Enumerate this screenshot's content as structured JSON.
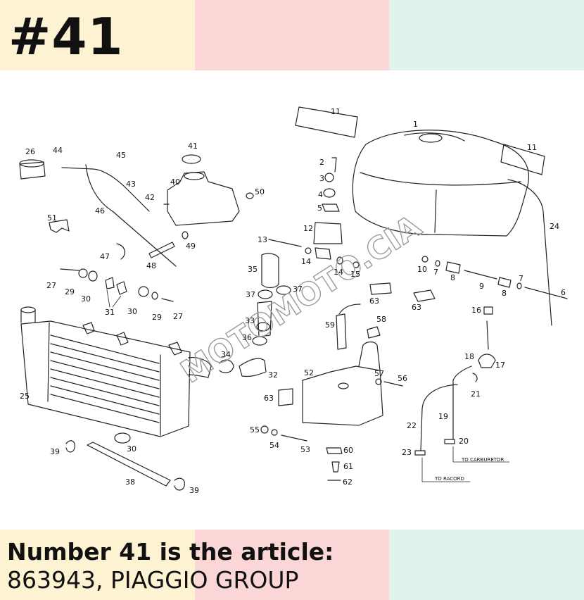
{
  "header": {
    "ref_number": "#41"
  },
  "footer": {
    "heading": "Number 41 is the article:",
    "code": "863943, PIAGGIO GROUP"
  },
  "diagram": {
    "watermark": "MOTOMOTO.CIA",
    "notes": {
      "to_carburetor": "TO CARBURETOR",
      "to_racord": "TO RACORD"
    },
    "labels": [
      {
        "text": "1"
      },
      {
        "text": "2"
      },
      {
        "text": "3"
      },
      {
        "text": "4"
      },
      {
        "text": "5"
      },
      {
        "text": "6"
      },
      {
        "text": "7"
      },
      {
        "text": "7"
      },
      {
        "text": "8"
      },
      {
        "text": "8"
      },
      {
        "text": "9"
      },
      {
        "text": "10"
      },
      {
        "text": "11"
      },
      {
        "text": "11"
      },
      {
        "text": "12"
      },
      {
        "text": "13"
      },
      {
        "text": "14"
      },
      {
        "text": "14"
      },
      {
        "text": "15"
      },
      {
        "text": "16"
      },
      {
        "text": "17"
      },
      {
        "text": "18"
      },
      {
        "text": "19"
      },
      {
        "text": "20"
      },
      {
        "text": "21"
      },
      {
        "text": "22"
      },
      {
        "text": "23"
      },
      {
        "text": "24"
      },
      {
        "text": "25"
      },
      {
        "text": "26"
      },
      {
        "text": "27"
      },
      {
        "text": "27"
      },
      {
        "text": "29"
      },
      {
        "text": "29"
      },
      {
        "text": "30"
      },
      {
        "text": "30"
      },
      {
        "text": "30"
      },
      {
        "text": "31"
      },
      {
        "text": "32"
      },
      {
        "text": "33"
      },
      {
        "text": "34"
      },
      {
        "text": "35"
      },
      {
        "text": "36"
      },
      {
        "text": "37"
      },
      {
        "text": "37"
      },
      {
        "text": "38"
      },
      {
        "text": "39"
      },
      {
        "text": "39"
      },
      {
        "text": "40"
      },
      {
        "text": "41"
      },
      {
        "text": "42"
      },
      {
        "text": "43"
      },
      {
        "text": "44"
      },
      {
        "text": "45"
      },
      {
        "text": "46"
      },
      {
        "text": "47"
      },
      {
        "text": "48"
      },
      {
        "text": "49"
      },
      {
        "text": "50"
      },
      {
        "text": "51"
      },
      {
        "text": "52"
      },
      {
        "text": "53"
      },
      {
        "text": "54"
      },
      {
        "text": "55"
      },
      {
        "text": "56"
      },
      {
        "text": "57"
      },
      {
        "text": "58"
      },
      {
        "text": "59"
      },
      {
        "text": "60"
      },
      {
        "text": "61"
      },
      {
        "text": "62"
      },
      {
        "text": "63"
      },
      {
        "text": "63"
      },
      {
        "text": "63"
      }
    ]
  }
}
